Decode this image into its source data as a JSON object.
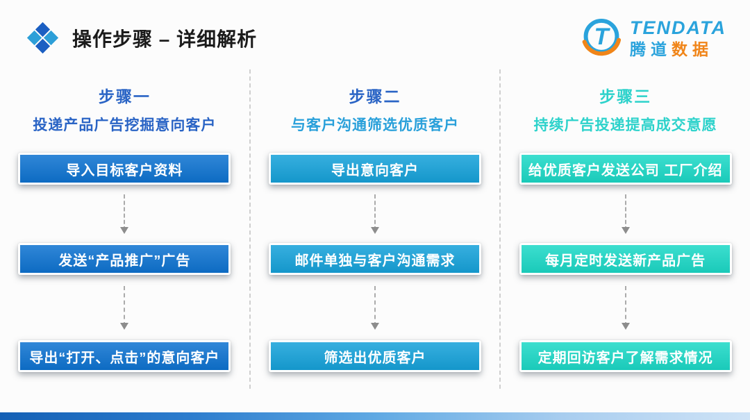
{
  "header": {
    "title": "操作步骤 – 详细解析",
    "icon_colors": {
      "diamond_dark": "#1b5fc2",
      "diamond_light": "#2d9fd8"
    }
  },
  "logo": {
    "name": "TENDATA",
    "cn_blue": "腾道",
    "cn_orange": "数据",
    "mark_letter": "T",
    "blue": "#2aa3dc",
    "orange": "#f08519"
  },
  "columns": [
    {
      "title": "步骤一",
      "subtitle": "投递产品广告挖掘意向客户",
      "accent": "#2a64c5",
      "subtitle_color": "#2a64c5",
      "box_bg": "#0e73d1",
      "boxes": [
        "导入目标客户资料",
        "发送“产品推广”广告",
        "导出“打开、点击”的意向客户"
      ]
    },
    {
      "title": "步骤二",
      "subtitle": "与客户沟通筛选优质客户",
      "accent": "#2a64c5",
      "subtitle_color": "#29a0da",
      "box_bg": "#16a2da",
      "boxes": [
        "导出意向客户",
        "邮件单独与客户沟通需求",
        "筛选出优质客户"
      ]
    },
    {
      "title": "步骤三",
      "subtitle": "持续广告投递提高成交意愿",
      "accent": "#2dd2cb",
      "subtitle_color": "#2dd2cb",
      "box_bg": "#1cd9c7",
      "boxes": [
        "给优质客户发送公司 工厂介绍",
        "每月定时发送新产品广告",
        "定期回访客户了解需求情况"
      ]
    }
  ],
  "footer": {
    "bar_gradient": [
      "#1460b5",
      "#2c7ccd",
      "#5fa9e3",
      "#a8cdef",
      "#cfe3f6"
    ]
  }
}
